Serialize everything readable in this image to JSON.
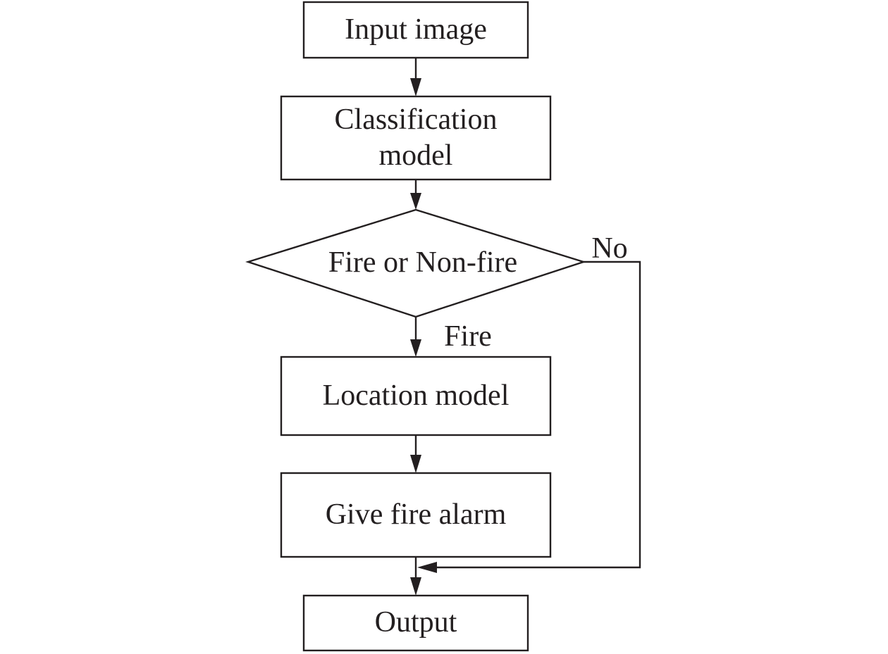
{
  "diagram": {
    "nodes": {
      "input": {
        "label": "Input image"
      },
      "classification": {
        "line1": "Classification",
        "line2": "model"
      },
      "decision": {
        "label": "Fire or Non-fire"
      },
      "location": {
        "label": "Location model"
      },
      "alarm": {
        "label": "Give fire alarm"
      },
      "output": {
        "label": "Output"
      }
    },
    "edges": {
      "yes_label": "Fire",
      "no_label": "No"
    }
  }
}
